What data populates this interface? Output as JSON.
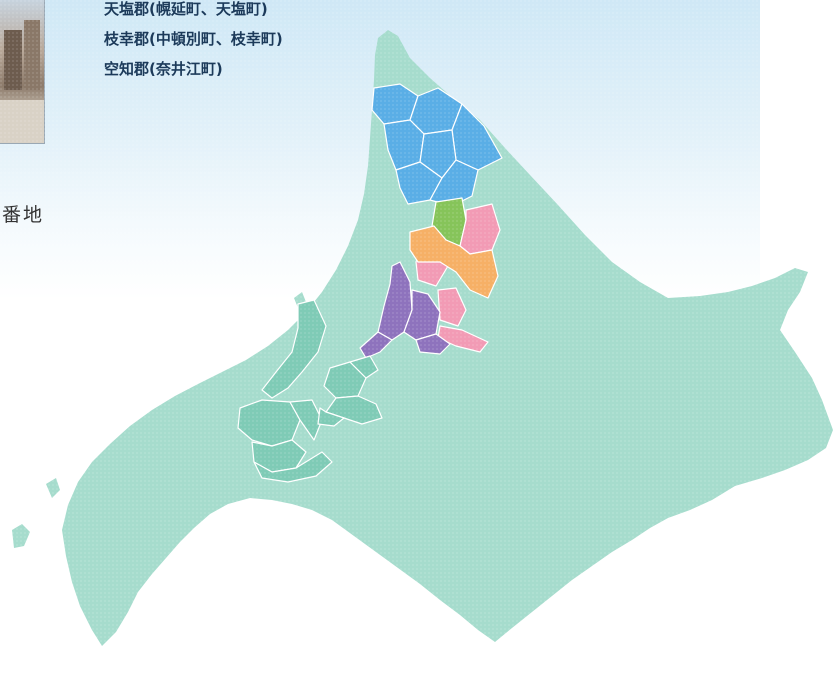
{
  "districts": [
    "天塩郡(幌延町、天塩町)",
    "枝幸郡(中頓別町、枝幸町)",
    "空知郡(奈井江町)"
  ],
  "address_tail": "番地",
  "colors": {
    "base": "#a6dccd",
    "blue": "#5aaee6",
    "green": "#86c45a",
    "pink": "#f29bb5",
    "orange": "#f6b066",
    "purple": "#8e73bd",
    "teal": "#7fcbb6"
  }
}
